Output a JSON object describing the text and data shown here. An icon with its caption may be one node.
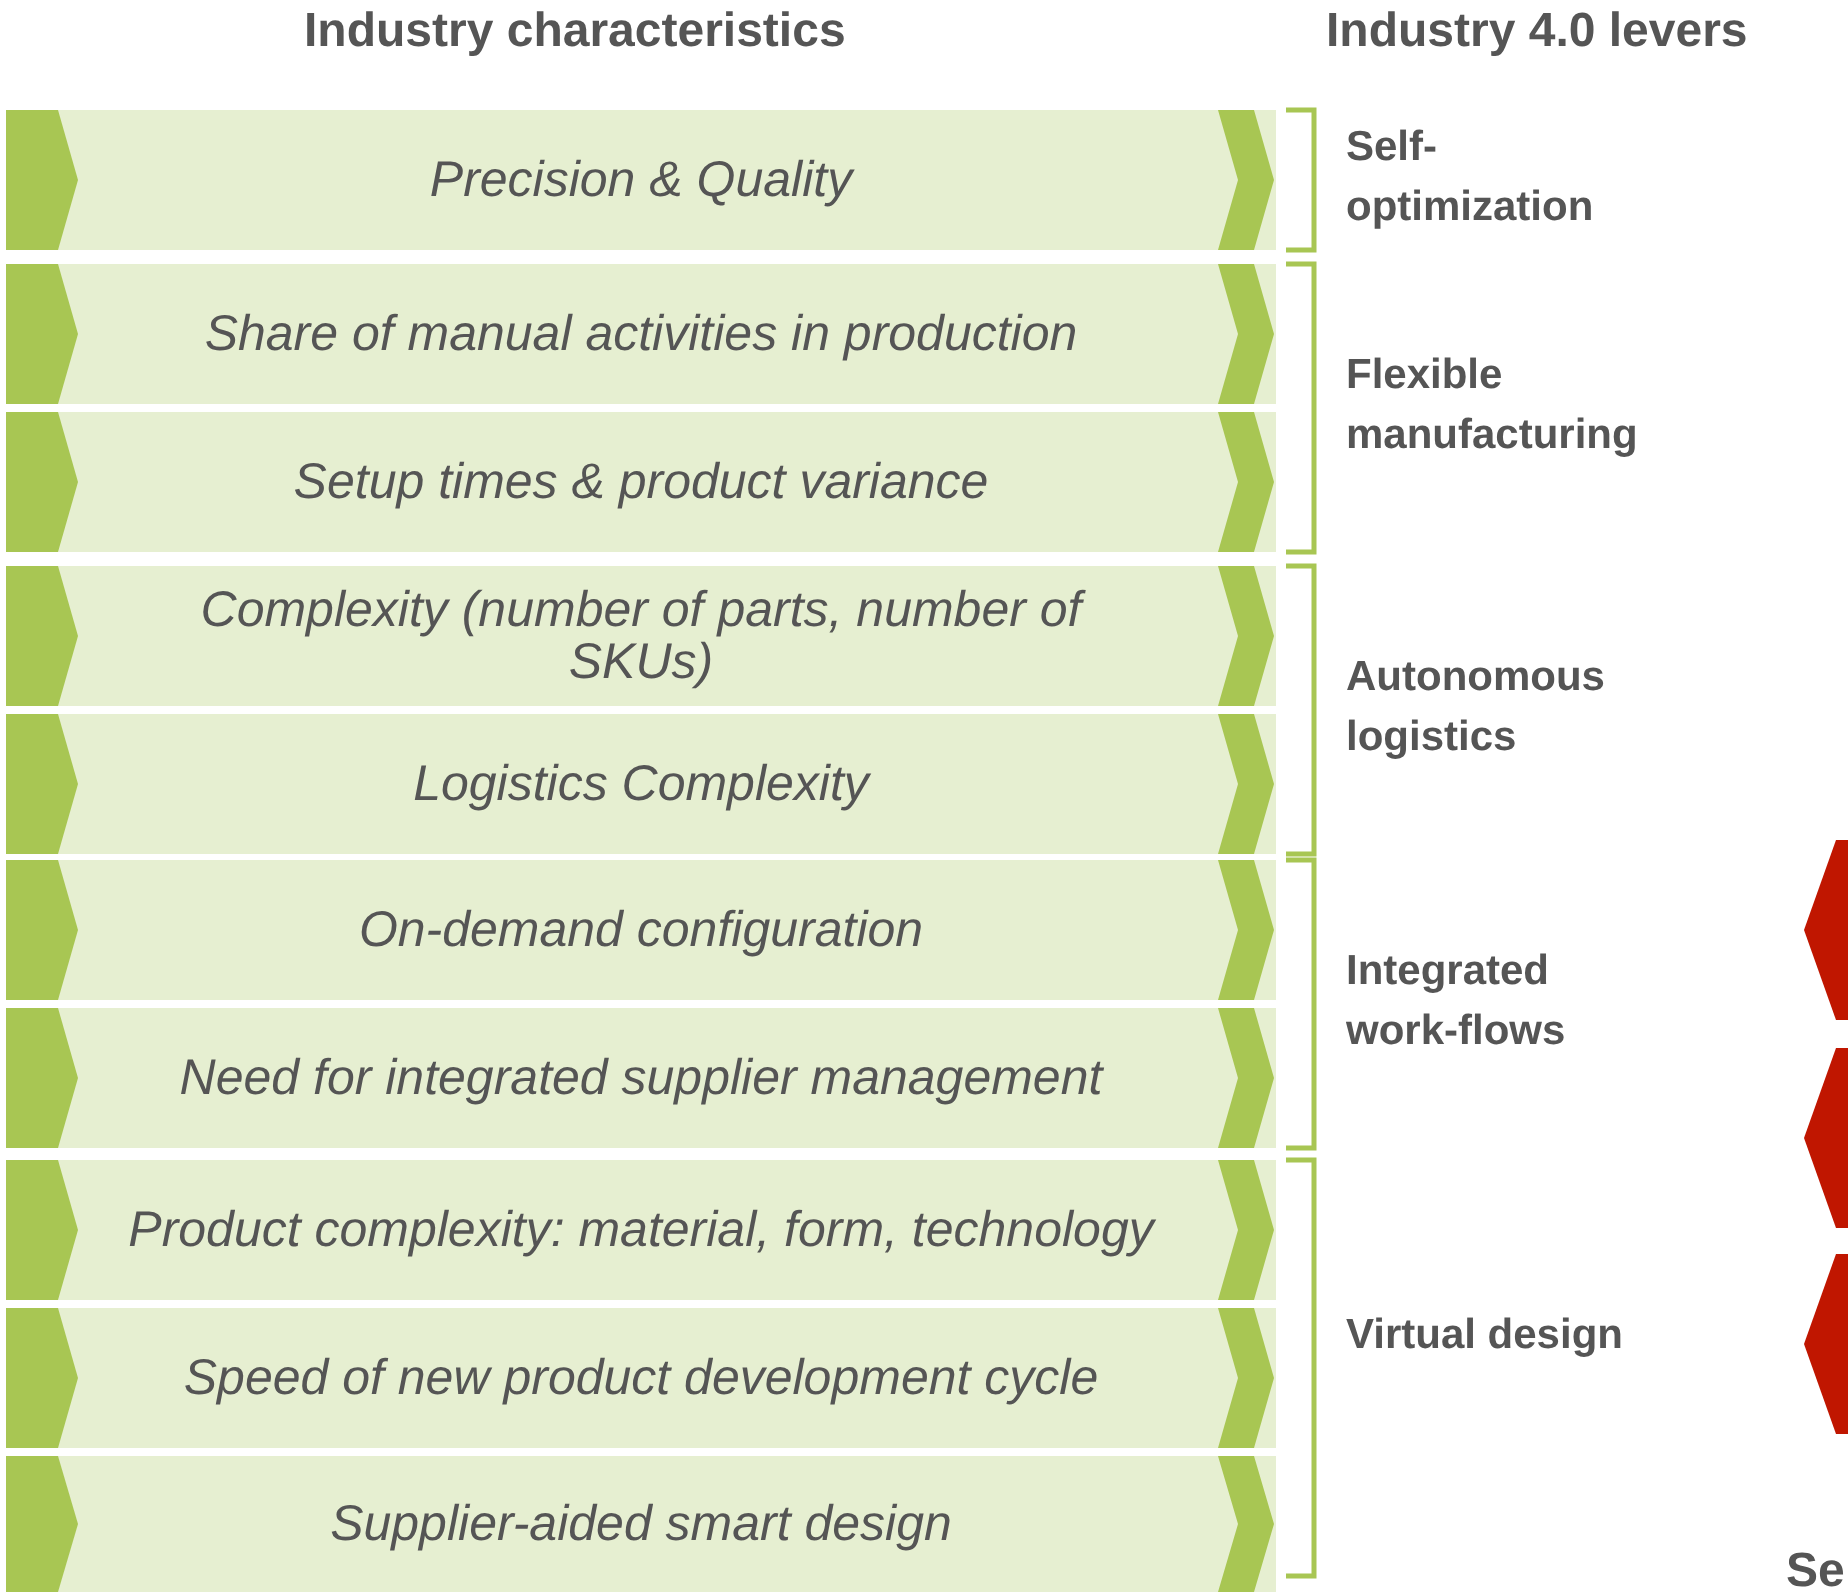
{
  "diagram": {
    "nodes": [
      {
        "text": [
          "Precision & Quality"
        ]
      },
      {
        "text": [
          "Share of manual activities in production"
        ]
      },
      {
        "text": [
          "Setup times & product variance"
        ]
      },
      {
        "text": [
          "Complexity (number of parts, number of SKUs)"
        ]
      },
      {
        "text": [
          "Logistics Complexity"
        ]
      },
      {
        "text": [
          "On-demand configuration"
        ]
      },
      {
        "text": [
          "Need for integrated supplier management"
        ]
      },
      {
        "text": [
          "Product complexity: material, form, technology"
        ]
      },
      {
        "text": [
          "Speed of new product development cycle"
        ]
      },
      {
        "text": [
          "Supplier-aided smart design"
        ]
      }
    ],
    "edges": [],
    "labels": [
      "Industry characteristics",
      "Industry 4.0 levers",
      "Self-optimization",
      "Flexible manufacturing",
      "Autonomous logistics",
      "Integrated work-flows",
      "Virtual design",
      "Se"
    ]
  }
}
